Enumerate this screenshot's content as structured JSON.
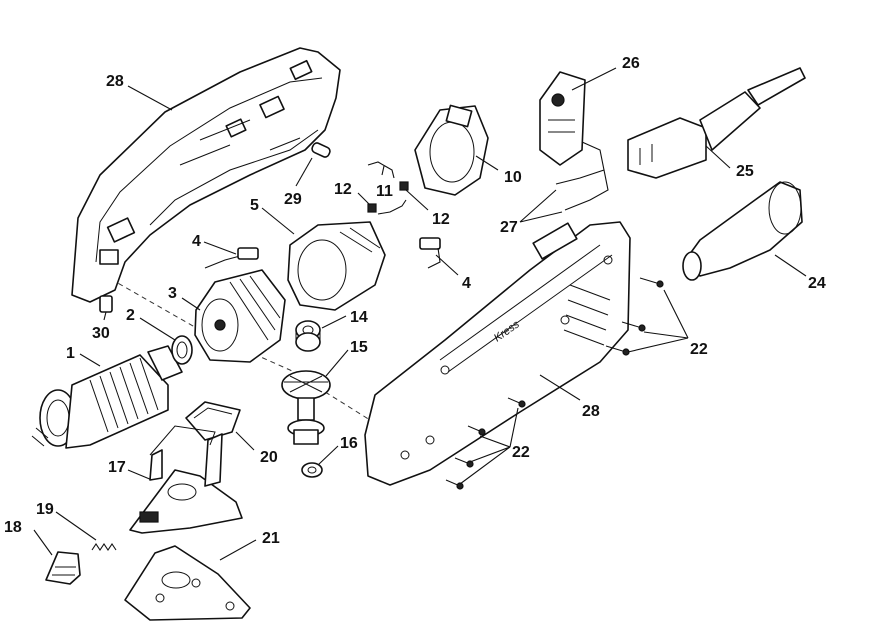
{
  "brand_mark": "Kress",
  "callouts": [
    {
      "id": "c1",
      "label": "1"
    },
    {
      "id": "c2",
      "label": "2"
    },
    {
      "id": "c3",
      "label": "3"
    },
    {
      "id": "c4a",
      "label": "4"
    },
    {
      "id": "c4b",
      "label": "4"
    },
    {
      "id": "c5",
      "label": "5"
    },
    {
      "id": "c10",
      "label": "10"
    },
    {
      "id": "c11",
      "label": "11"
    },
    {
      "id": "c12a",
      "label": "12"
    },
    {
      "id": "c12b",
      "label": "12"
    },
    {
      "id": "c14",
      "label": "14"
    },
    {
      "id": "c15",
      "label": "15"
    },
    {
      "id": "c16",
      "label": "16"
    },
    {
      "id": "c17",
      "label": "17"
    },
    {
      "id": "c18",
      "label": "18"
    },
    {
      "id": "c19",
      "label": "19"
    },
    {
      "id": "c20",
      "label": "20"
    },
    {
      "id": "c21",
      "label": "21"
    },
    {
      "id": "c22a",
      "label": "22"
    },
    {
      "id": "c22b",
      "label": "22"
    },
    {
      "id": "c24",
      "label": "24"
    },
    {
      "id": "c25",
      "label": "25"
    },
    {
      "id": "c26",
      "label": "26"
    },
    {
      "id": "c27",
      "label": "27"
    },
    {
      "id": "c28a",
      "label": "28"
    },
    {
      "id": "c28b",
      "label": "28"
    },
    {
      "id": "c29",
      "label": "29"
    },
    {
      "id": "c30",
      "label": "30"
    }
  ]
}
